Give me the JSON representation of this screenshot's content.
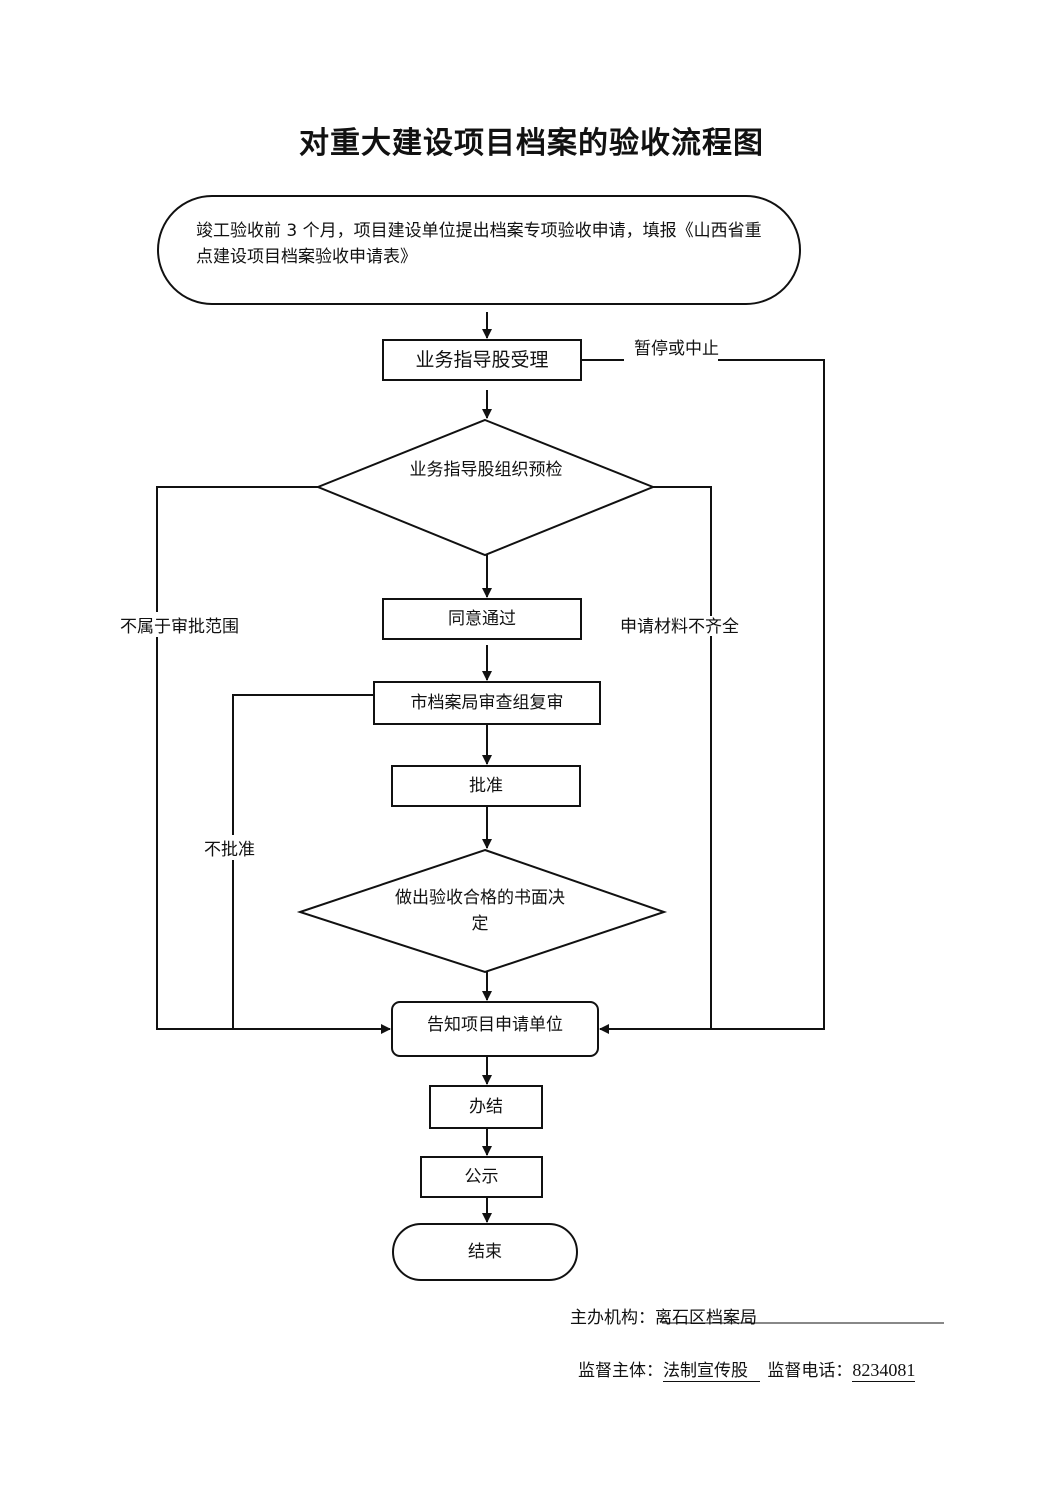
{
  "title": "对重大建设项目档案的验收流程图",
  "nodes": {
    "start": "竣工验收前 3 个月，项目建设单位提出档案专项验收申请，填报《山西省重点建设项目档案验收申请表》",
    "accept": "业务指导股受理",
    "precheck": "业务指导股组织预检",
    "pass": "同意通过",
    "review": "市档案局审查组复审",
    "approve": "批准",
    "decision": "做出验收合格的书面决定",
    "notify": "告知项目申请单位",
    "close": "办结",
    "publicize": "公示",
    "end": "结束"
  },
  "edge_labels": {
    "suspend": "暂停或中止",
    "out_of_scope": "不属于审批范围",
    "incomplete": "申请材料不齐全",
    "not_approved": "不批准"
  },
  "footer": {
    "org_label": "主办机构：",
    "org_value": "离石区档案局",
    "supervisor_label": "监督主体：",
    "supervisor_value": "法制宣传股",
    "phone_label": "监督电话：",
    "phone_value": "8234081"
  }
}
